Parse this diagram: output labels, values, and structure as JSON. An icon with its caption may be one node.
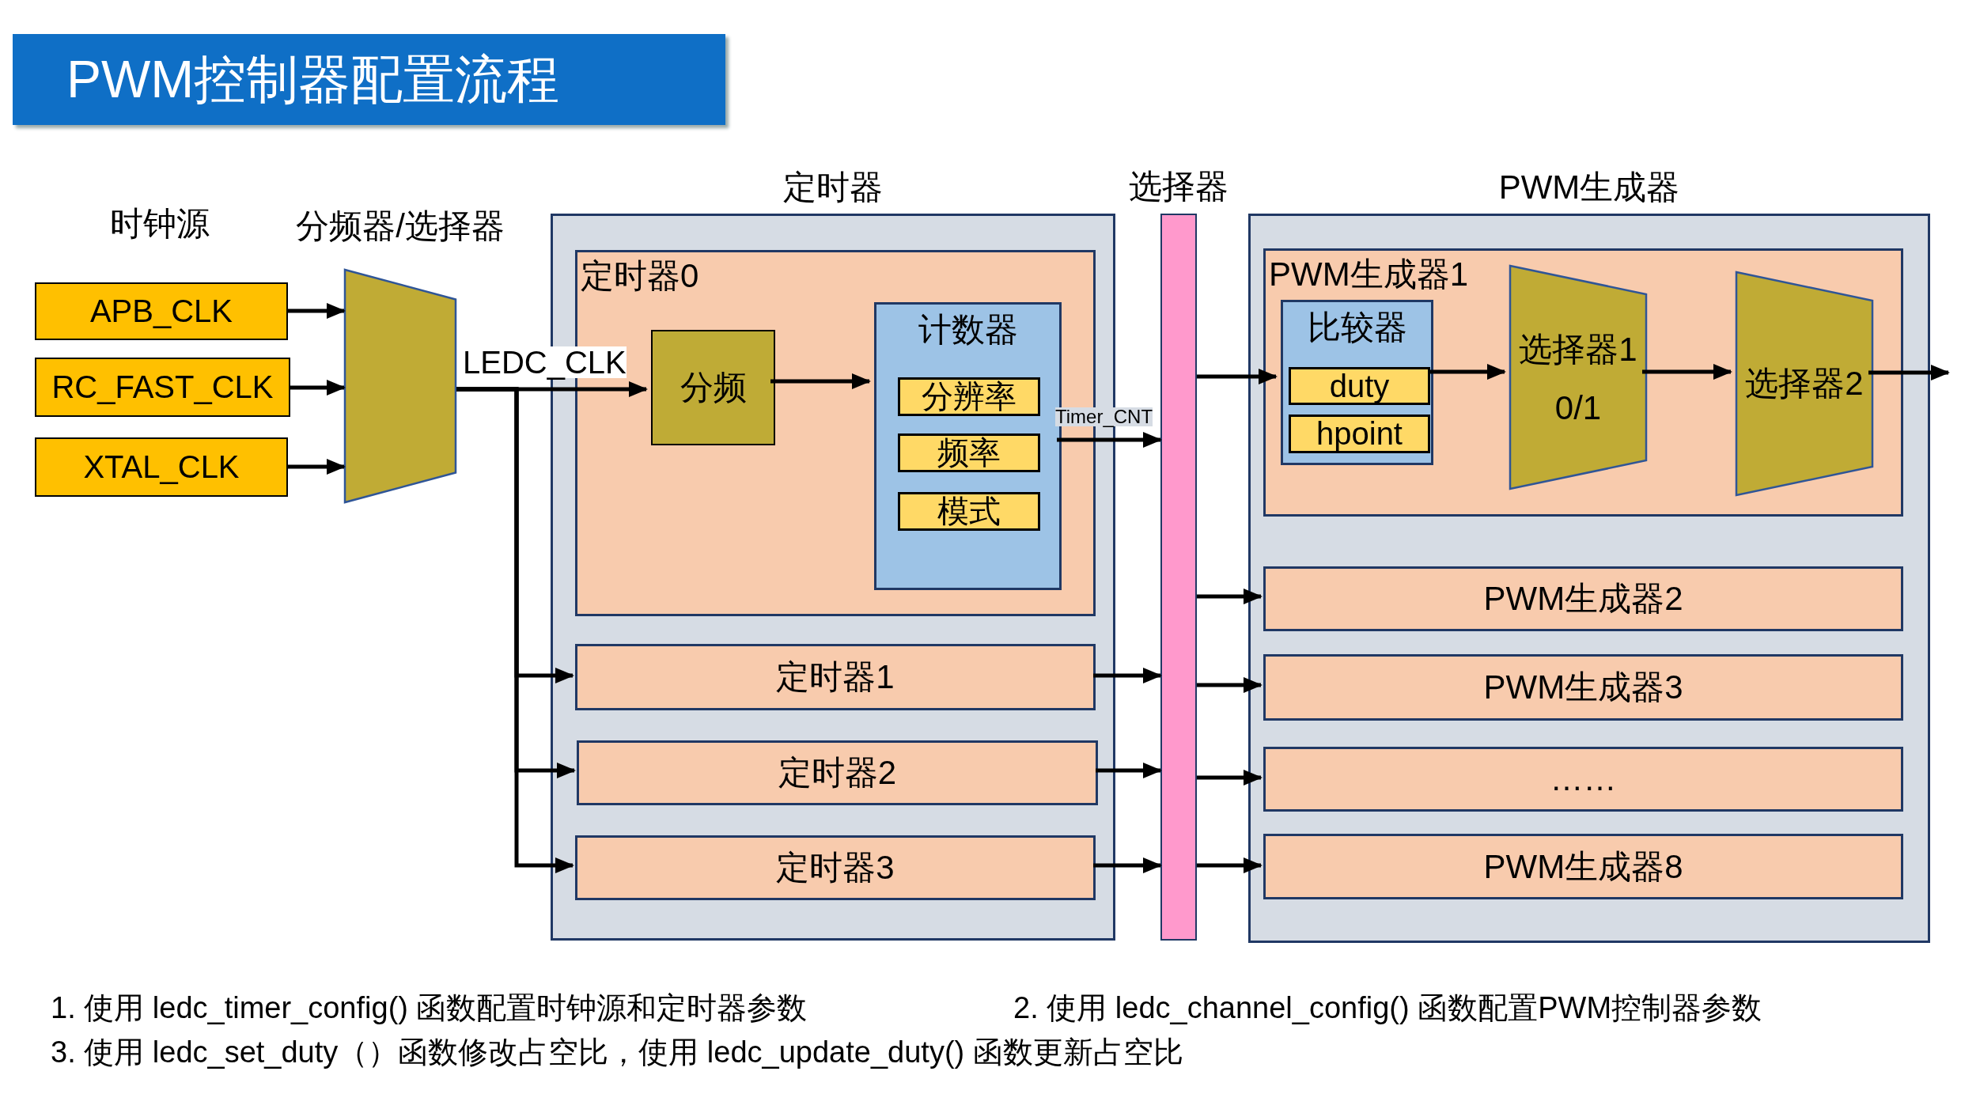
{
  "diagram": {
    "title": "PWM控制器配置流程",
    "nodes": [
      {
        "text": [
          "APB_CLK"
        ]
      },
      {
        "text": [
          "RC_FAST_CLK"
        ]
      },
      {
        "text": [
          "XTAL_CLK"
        ]
      },
      {
        "text": [
          "分频器/选择器"
        ]
      },
      {
        "text": [
          "定时器"
        ]
      },
      {
        "text": [
          "定时器0"
        ],
        "in": 4
      },
      {
        "text": [
          "分频"
        ],
        "in": 5
      },
      {
        "text": [
          "计数器"
        ],
        "in": 5
      },
      {
        "text": [
          "分辨率"
        ],
        "in": 7
      },
      {
        "text": [
          "频率"
        ],
        "in": 7
      },
      {
        "text": [
          "模式"
        ],
        "in": 7
      },
      {
        "text": [
          "定时器1"
        ],
        "in": 4
      },
      {
        "text": [
          "定时器2"
        ],
        "in": 4
      },
      {
        "text": [
          "定时器3"
        ],
        "in": 4
      },
      {
        "text": [
          "选择器"
        ]
      },
      {
        "text": [
          "PWM生成器"
        ]
      },
      {
        "text": [
          "PWM生成器1"
        ],
        "in": 15
      },
      {
        "text": [
          "比较器"
        ],
        "in": 16
      },
      {
        "text": [
          "duty"
        ],
        "in": 17
      },
      {
        "text": [
          "hpoint"
        ],
        "in": 17
      },
      {
        "text": [
          "选择器1",
          "0/1"
        ],
        "in": 16
      },
      {
        "text": [
          "选择器2"
        ],
        "in": 16
      },
      {
        "text": [
          "PWM生成器2"
        ],
        "in": 15
      },
      {
        "text": [
          "PWM生成器3"
        ],
        "in": 15
      },
      {
        "text": [
          "……"
        ],
        "in": 15
      },
      {
        "text": [
          "PWM生成器8"
        ],
        "in": 15
      }
    ],
    "edges": [
      {
        "from": 0,
        "to": 3,
        "arrow": "to"
      },
      {
        "from": 1,
        "to": 3,
        "arrow": "to"
      },
      {
        "from": 2,
        "to": 3,
        "arrow": "to"
      },
      {
        "from": 3,
        "to": 6,
        "arrow": "to",
        "label": "LEDC_CLK"
      },
      {
        "from": 3,
        "to": 11,
        "arrow": "to"
      },
      {
        "from": 3,
        "to": 12,
        "arrow": "to"
      },
      {
        "from": 3,
        "to": 13,
        "arrow": "to"
      },
      {
        "from": 6,
        "to": 7,
        "arrow": "to"
      },
      {
        "from": 7,
        "to": 14,
        "arrow": "to",
        "label": "Timer_CNT"
      },
      {
        "from": 11,
        "to": 14,
        "arrow": "to"
      },
      {
        "from": 12,
        "to": 14,
        "arrow": "to"
      },
      {
        "from": 13,
        "to": 14,
        "arrow": "to"
      },
      {
        "from": 14,
        "to": 17,
        "arrow": "to"
      },
      {
        "from": 14,
        "to": 22,
        "arrow": "to"
      },
      {
        "from": 14,
        "to": 23,
        "arrow": "to"
      },
      {
        "from": 14,
        "to": 24,
        "arrow": "to"
      },
      {
        "from": 14,
        "to": 25,
        "arrow": "to"
      },
      {
        "from": 17,
        "to": 20,
        "arrow": "to"
      },
      {
        "from": 20,
        "to": 21,
        "arrow": "to"
      },
      {
        "from": 21,
        "to": null,
        "arrow": "to"
      }
    ],
    "labels": [
      "时钟源",
      "1.  使用 ledc_timer_config() 函数配置时钟源和定时器参数",
      "2. 使用 ledc_channel_config() 函数配置PWM控制器参数",
      "3.  使用 ledc_set_duty（）函数修改占空比，使用 ledc_update_duty() 函数更新占空比"
    ]
  }
}
